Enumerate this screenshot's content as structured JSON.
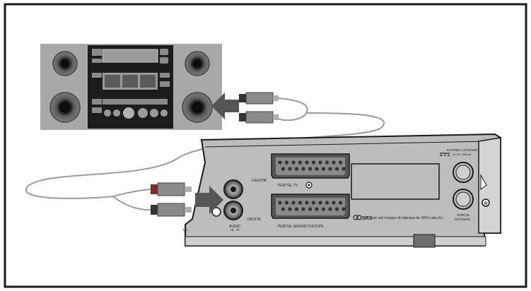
{
  "diagram": {
    "colors": {
      "frame": "#1a1a1a",
      "stereo_panel": "#a8a8a8",
      "stereo_speaker_body": "#6e6e6e",
      "stereo_speaker_core": "#111111",
      "stereo_console": "#1c1c1c",
      "vcr_body": "#bdbdbd",
      "vcr_top": "#cfcfcf",
      "scart": "#555555",
      "arrow": "#555555",
      "cable": "#9a9a9a",
      "plug_red_ring": "#7a2b2b"
    },
    "vcr": {
      "gauche_label": "GAUCHE",
      "audio_label": "AUDIO",
      "hifi_label": "HI - FI",
      "droite_label": "DROITE",
      "peritel_tv_label": "PERITEL TV",
      "peritel_magnetoscope_label": "PERITEL MAGNETOSCOPE",
      "srs_logo_text": "SRS",
      "srs_notice": "est une marque de fabrique de SRS Labs,Inc.",
      "entree_antenne_label": "ENTREE ANTENNE",
      "entree_antenne_spec": "74/70V, 300mA",
      "sortie_label": "SORTIE",
      "antenne_label": "ANTENNE",
      "left_cut_label": "LE"
    }
  }
}
